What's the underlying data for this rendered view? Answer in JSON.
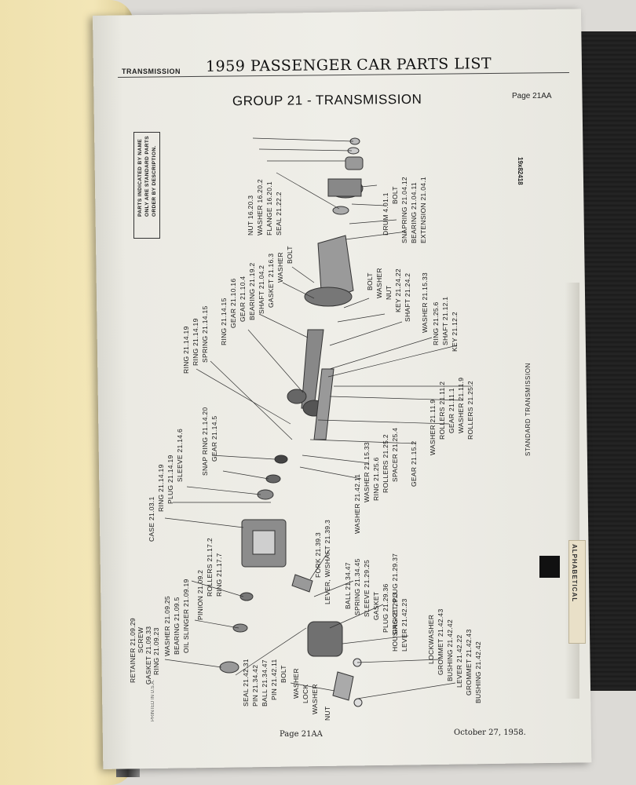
{
  "header": {
    "section": "TRANSMISSION",
    "title": "1959 PASSENGER CAR PARTS LIST",
    "page": "Page 21AA"
  },
  "group_title": "GROUP  21 - TRANSMISSION",
  "notice": "PARTS INDICATED BY NAME\nONLY ARE STANDARD PARTS\nORDER BY DESCRIPTION.",
  "ref_code": "19x82418",
  "side_title": "STANDARD TRANSMISSION",
  "alpha_tab": "ALPHABETICAL",
  "footer": {
    "page": "Page 21AA",
    "date": "October 27, 1958.",
    "made_in": "PRINTED IN U.S.A."
  },
  "labels_right_top": [
    "NUT  16.20.3",
    "WASHER  16.20.2",
    "FLANGE  16.20.1",
    "SEAL  21.22.2",
    "DRUM  4.01.1",
    "BOLT",
    "SNAPRING  21.04.12",
    "BEARING  21.04.11",
    "EXTENSION  21.04.1"
  ],
  "labels_center_upper": [
    "GASKET  21.16.3",
    "WASHER",
    "BOLT",
    "SHAFT  21.04.2",
    "BEARING  21.19.2",
    "GEAR  21.10.4",
    "GEAR  21.10.16",
    "RING  21.14.15"
  ],
  "labels_right_mid": [
    "BOLT",
    "WASHER",
    "NUT",
    "KEY  21.24.22",
    "SHAFT  21.24.2",
    "WASHER  21.15.33",
    "RING  21.25.6",
    "SHAFT  21.12.1",
    "KEY  21.12.2"
  ],
  "labels_left_mid": [
    "RING  21.14.19",
    "RING  21.14.19",
    "SPRING  21.14.15",
    "SNAP RING  21.14.20",
    "GEAR  21.14.5",
    "SLEEVE  21.14.6",
    "PLUG  21.14.19",
    "RING  21.14.19",
    "CASE  21.03.1"
  ],
  "labels_right_lower": [
    "ROLLERS  21.25.2",
    "WASHER  21.11.9",
    "GEAR  21.11.1",
    "ROLLERS  21.11.2",
    "WASHER  21.11.9",
    "GEAR  21.15.2",
    "SPACER  21.25.4",
    "ROLLERS  21.25.2",
    "RING  21.25.6",
    "WASHER  21.15.33",
    "WASHER  21.42.11"
  ],
  "labels_lower_center": [
    "LEVER, W/SHAFT  21.39.3",
    "FORK  21.39.3",
    "BALL  21.34.47",
    "SPRING  21.34.45",
    "SLEEVE  21.29.25",
    "GASKET, PLUG  21.29.37",
    "GASKET",
    "PLUG  21.29.36",
    "HOUSING  21.29.3",
    "LEVER  21.42.23",
    "LOCKWASHER",
    "GROMMET  21.42.43",
    "BUSHING  21.42.42",
    "LEVER  21.42.22",
    "GROMMET  21.42.43",
    "BUSHING  21.42.42"
  ],
  "labels_lower_left": [
    "PINION  21.09.2",
    "ROLLERS  21.17.2",
    "RING  21.17.7",
    "WASHER  21.09.25",
    "BEARING  21.09.5",
    "OIL SLINGER  21.09.19",
    "RETAINER  21.09.29",
    "SCREW",
    "GASKET  21.09.33",
    "RING  21.09.23",
    "SEAL  21.42.31",
    "PIN  21.34.42",
    "BALL  21.34.47",
    "PIN  21.42.11",
    "BOLT",
    "WASHER",
    "LOCK",
    "WASHER",
    "NUT"
  ]
}
